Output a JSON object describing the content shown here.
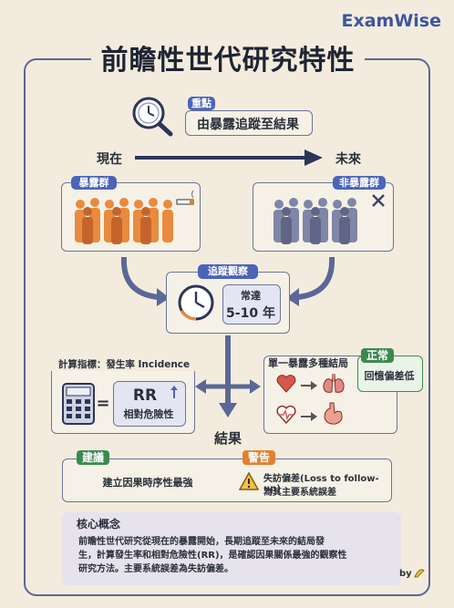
{
  "brand": "ExamWise",
  "title": "前瞻性世代研究特性",
  "key_point": {
    "tag": "重點",
    "text": "由暴露追蹤至結果"
  },
  "timeline": {
    "start": "現在",
    "end": "未來"
  },
  "exposed_group": {
    "label": "暴露群"
  },
  "unexposed_group": {
    "label": "非暴露群"
  },
  "follow_up": {
    "label": "追蹤觀察",
    "usually": "常達",
    "duration": "5-10 年"
  },
  "indicator": {
    "label": "計算指標：發生率 Incidence",
    "rr": "RR",
    "rr_desc": "相對危險性",
    "equals": "="
  },
  "outcome": {
    "label": "結果"
  },
  "multi_outcome": {
    "label": "單一暴露多種結局"
  },
  "normal": {
    "tag": "正常",
    "text": "回憶偏差低"
  },
  "suggestion": {
    "tag": "建議",
    "text": "建立因果時序性最強"
  },
  "warning": {
    "tag": "警告",
    "line1": "失訪偏差(Loss to follow-up)",
    "line2": "為其主要系統誤差"
  },
  "core": {
    "heading": "核心概念",
    "lines": [
      "前瞻性世代研究從現在的暴露開始，長期追蹤至未來的結局發",
      "生，計算發生率和相對危險性(RR)，是確認因果關係最強的觀察性",
      "研究方法。主要系統誤差為失訪偏差。"
    ]
  },
  "signature": "by"
}
